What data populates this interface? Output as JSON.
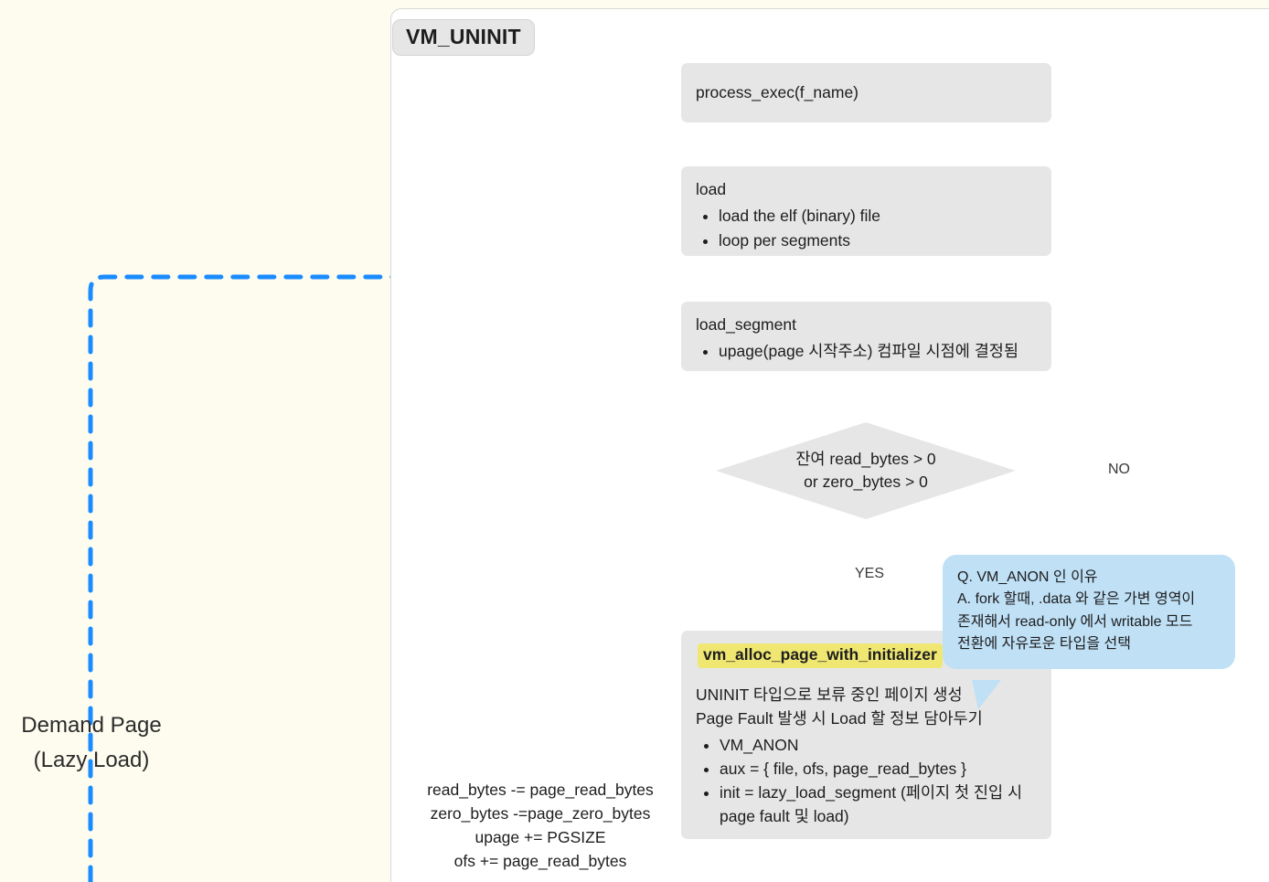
{
  "frame": {
    "label": "VM_UNINIT"
  },
  "left_panel": {
    "caption_line1": "Demand Page",
    "caption_line2": "(Lazy Load)",
    "dashed_line_color": "#1a8cff"
  },
  "nodes": {
    "process_exec": {
      "title": "process_exec(f_name)"
    },
    "load": {
      "title": "load",
      "bullets": [
        "load the elf (binary) file",
        "loop per segments"
      ]
    },
    "load_segment": {
      "title": "load_segment",
      "bullets": [
        "upage(page 시작주소) 컴파일 시점에 결정됨"
      ]
    },
    "decision": {
      "line1": "잔여 read_bytes > 0",
      "line2": "or zero_bytes > 0"
    },
    "vm_alloc": {
      "title": "vm_alloc_page_with_initializer",
      "title_highlight_color": "#efe771",
      "line1": "UNINIT 타입으로 보류 중인 페이지 생성",
      "line2": "Page Fault 발생 시 Load 할 정보 담아두기",
      "bullets": [
        "VM_ANON",
        "aux = { file, ofs, page_read_bytes }",
        "init = lazy_load_segment (페이지 첫 진입 시 page fault 및 load)"
      ]
    }
  },
  "edges": {
    "no_label": "NO",
    "yes_label": "YES"
  },
  "loop_update": {
    "lines": [
      "read_bytes -= page_read_bytes",
      "zero_bytes -=page_zero_bytes",
      "upage += PGSIZE",
      "ofs += page_read_bytes"
    ]
  },
  "callout": {
    "lines": [
      "Q. VM_ANON 인 이유",
      "A. fork 할때, .data 와 같은 가변 영역이",
      "존재해서 read-only 에서 writable 모드",
      "전환에 자유로운 타입을 선택"
    ],
    "background_color": "#bfe0f5"
  },
  "colors": {
    "page_background": "#fdfcef",
    "frame_background": "#ffffff",
    "node_fill": "#e6e6e6",
    "connector": "#b4b4b4"
  }
}
